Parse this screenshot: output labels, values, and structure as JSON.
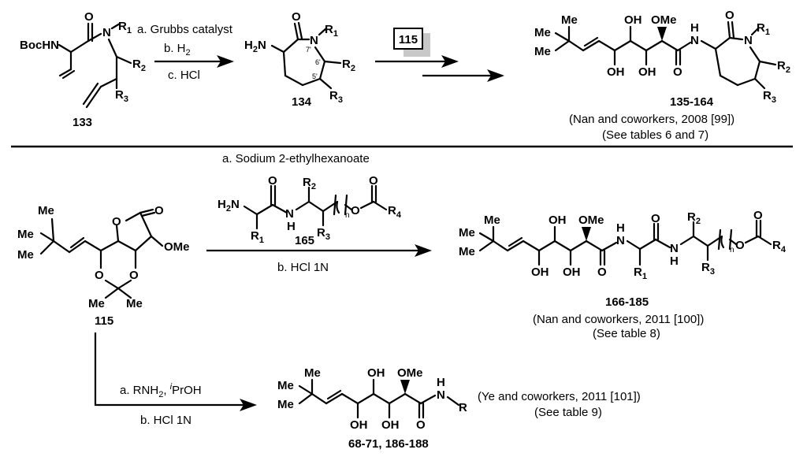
{
  "section_top": {
    "compound_133": {
      "label": "133",
      "bochn": "BocHN",
      "o": "O",
      "n": "N",
      "r1": "R",
      "r1_sub": "1",
      "r2": "R",
      "r2_sub": "2",
      "r3": "R",
      "r3_sub": "3"
    },
    "conditions_1": {
      "a": "a. Grubbs catalyst",
      "b": "b. H",
      "b_sub": "2",
      "c": "c. HCl"
    },
    "compound_134": {
      "label": "134",
      "h2n": "H",
      "h2n_sub": "2",
      "h2n_n": "N",
      "o": "O",
      "n": "N",
      "r1": "R",
      "r1_sub": "1",
      "r2": "R",
      "r2_sub": "2",
      "r3": "R",
      "r3_sub": "3",
      "pos7": "7'",
      "pos6": "6'",
      "pos5": "5'"
    },
    "reagent_box": "115",
    "product": {
      "label": "135-164",
      "citation": "(Nan and coworkers, 2008 [99])",
      "note": "(See tables 6 and 7)",
      "me1": "Me",
      "me2": "Me",
      "me3": "Me",
      "oh1": "OH",
      "oh2": "OH",
      "oh3": "OH",
      "ome": "OMe",
      "o1": "O",
      "o2": "O",
      "h": "H",
      "n1": "N",
      "n2": "N",
      "r1": "R",
      "r1_sub": "1",
      "r2": "R",
      "r2_sub": "2",
      "r3": "R",
      "r3_sub": "3"
    }
  },
  "section_bottom": {
    "conditions_a": "a. Sodium 2-ethylhexanoate",
    "compound_115": {
      "label": "115",
      "me1": "Me",
      "me2": "Me",
      "me3": "Me",
      "me4": "Me",
      "o1": "O",
      "o2": "O",
      "o3": "O",
      "o4": "O",
      "ome": "OMe"
    },
    "compound_165": {
      "label": "165",
      "h2n": "H",
      "h2n_sub": "2",
      "h2n_n": "N",
      "o1": "O",
      "o2": "O",
      "o3": "O",
      "h": "H",
      "n": "N",
      "sub_n": "n",
      "r1": "R",
      "r1_sub": "1",
      "r2": "R",
      "r2_sub": "2",
      "r3": "R",
      "r3_sub": "3",
      "r4": "R",
      "r4_sub": "4"
    },
    "conditions_b": "b. HCl 1N",
    "product_166": {
      "label": "166-185",
      "citation": "(Nan and coworkers, 2011 [100])",
      "note": "(See table 8)",
      "me1": "Me",
      "me2": "Me",
      "me3": "Me",
      "oh1": "OH",
      "oh2": "OH",
      "oh3": "OH",
      "ome": "OMe",
      "o1": "O",
      "o2": "O",
      "o3": "O",
      "o4": "O",
      "h1": "H",
      "h2": "H",
      "n1": "N",
      "n2": "N",
      "sub_n": "n",
      "r1": "R",
      "r1_sub": "1",
      "r2": "R",
      "r2_sub": "2",
      "r3": "R",
      "r3_sub": "3",
      "r4": "R",
      "r4_sub": "4"
    },
    "conditions_c": {
      "a_prefix": "a. RNH",
      "a_sub": "2",
      "a_mid": ", ",
      "a_sup": "i",
      "a_suffix": "PrOH",
      "b": "b. HCl 1N"
    },
    "product_68": {
      "label": "68-71, 186-188",
      "citation": "(Ye and coworkers, 2011 [101])",
      "note": "(See table 9)",
      "me1": "Me",
      "me2": "Me",
      "me3": "Me",
      "oh1": "OH",
      "oh2": "OH",
      "oh3": "OH",
      "ome": "OMe",
      "o": "O",
      "h": "H",
      "n": "N",
      "r": "R"
    }
  }
}
